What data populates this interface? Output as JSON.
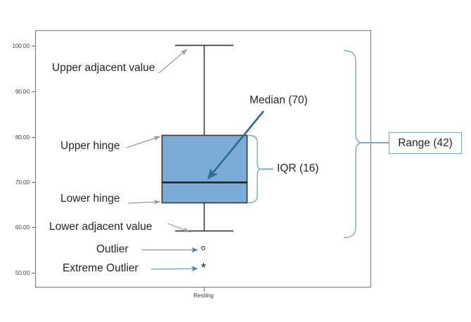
{
  "figure": {
    "kind": "annotated-boxplot-diagram",
    "background_color": "#ffffff",
    "frame_color": "#808080",
    "box_fill_color": "#7BABD7",
    "box_border_color": "#3f3f3f",
    "whisker_color": "#3f3f3f",
    "gray_arrow_color": "#9a9a9a",
    "blue_arrow_color": "#4a7fa8",
    "brace_color": "#7da7c4",
    "median_arrow_color": "#2e6e8e"
  },
  "axis": {
    "y_tick_labels": [
      "100.00",
      "90.00",
      "80.00",
      "70.00",
      "60.00",
      "50.00"
    ],
    "y_tick_values": [
      100,
      90,
      80,
      70,
      60,
      50
    ],
    "x_tick_label": "Resting"
  },
  "annotations": {
    "upper_adjacent_value": "Upper adjacent value",
    "upper_hinge": "Upper hinge",
    "lower_hinge": "Lower hinge",
    "lower_adjacent_value": "Lower adjacent value",
    "outlier": "Outlier",
    "extreme_outlier": "Extreme Outlier",
    "median": "Median (70)",
    "iqr": "IQR (16)",
    "range": "Range (42)"
  },
  "markers": {
    "outlier_glyph": "o",
    "extreme_outlier_glyph": "*"
  },
  "chart_data": {
    "type": "box",
    "title": "",
    "xlabel": "",
    "ylabel": "",
    "categories": [
      "Resting"
    ],
    "ylim": [
      48,
      102
    ],
    "yticks": [
      50,
      60,
      70,
      80,
      90,
      100
    ],
    "grid": false,
    "legend": "none",
    "series": [
      {
        "name": "Resting",
        "upper_adjacent_value": 100,
        "upper_hinge": 80,
        "median": 70,
        "lower_hinge": 64,
        "lower_adjacent_value": 58,
        "iqr": 16,
        "range": 42,
        "outliers": [
          56
        ],
        "extreme_outliers": [
          51
        ]
      }
    ]
  }
}
